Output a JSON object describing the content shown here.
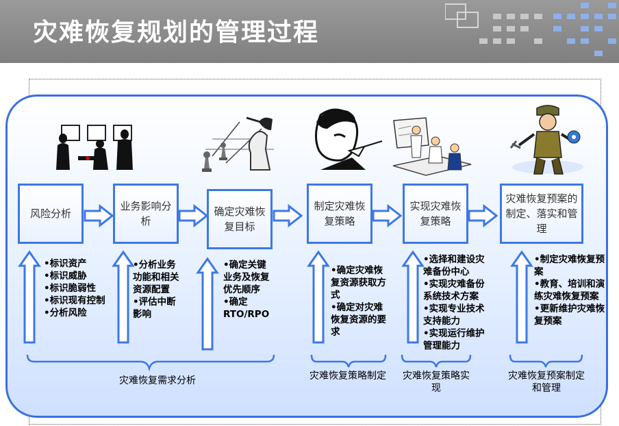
{
  "title": "灾难恢复规划的管理过程",
  "stages": [
    {
      "label": "风险分析",
      "bullets": [
        "•标识资产",
        "•标识威胁",
        "•标识脆弱性",
        "•标识现有控制",
        "•分析风险"
      ]
    },
    {
      "label": "业务影响分析",
      "bullets": [
        "•分析业务功能和相关资源配置",
        "•评估中断影响"
      ]
    },
    {
      "label": "确定灾难恢复目标",
      "bullets": [
        "•确定关键业务及恢复优先顺序",
        "•确定RTO/RPO"
      ]
    },
    {
      "label": "制定灾难恢复策略",
      "bullets": [
        "•确定灾难恢复资源获取方式",
        "•确定对灾难恢复资源的要求"
      ]
    },
    {
      "label": "实现灾难恢复策略",
      "bullets": [
        "•选择和建设灾难备份中心",
        "•实现灾难备份系统技术方案",
        "•实现专业技术支持能力",
        "•实现运行维护管理能力"
      ]
    },
    {
      "label": "灾难恢复预案的制定、落实和管理",
      "bullets": [
        "•制定灾难恢复预案",
        "•教育、培训和演练灾难恢复预案",
        "•更新维护灾难恢复预案"
      ]
    }
  ],
  "groups": [
    {
      "label": "灾难恢复需求分析"
    },
    {
      "label": "灾难恢复策略制定"
    },
    {
      "label": "灾难恢复策略实现"
    },
    {
      "label": "灾难恢复预案制定和管理"
    }
  ],
  "colors": {
    "accent": "#3a6fe0",
    "header": "#8a8a8a"
  },
  "icons": [
    "meeting-icon",
    "chess-icon",
    "thinker-icon",
    "presentation-icon",
    "worker-icon"
  ]
}
